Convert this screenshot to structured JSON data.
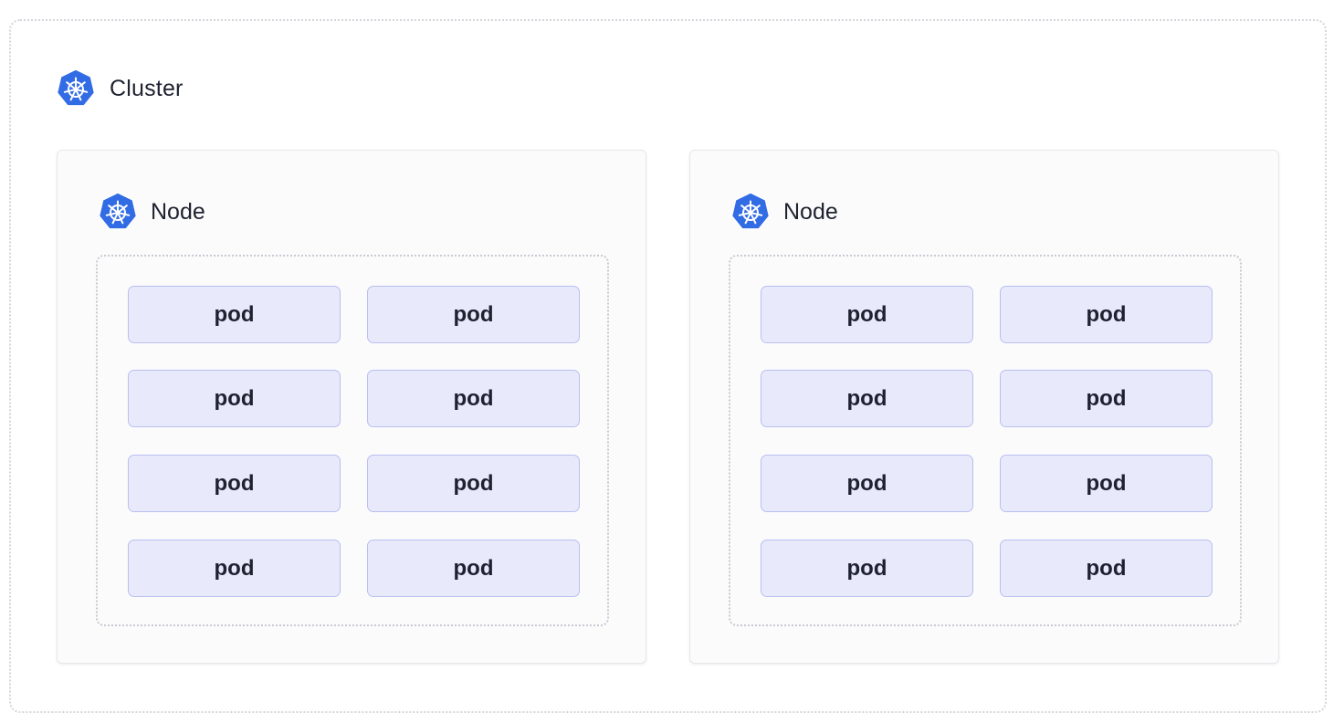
{
  "cluster": {
    "title": "Cluster",
    "icon": "kubernetes-icon"
  },
  "nodes": [
    {
      "title": "Node",
      "icon": "kubernetes-icon",
      "pods": [
        "pod",
        "pod",
        "pod",
        "pod",
        "pod",
        "pod",
        "pod",
        "pod"
      ]
    },
    {
      "title": "Node",
      "icon": "kubernetes-icon",
      "pods": [
        "pod",
        "pod",
        "pod",
        "pod",
        "pod",
        "pod",
        "pod",
        "pod"
      ]
    }
  ],
  "colors": {
    "kubernetes_blue": "#326ce5",
    "pod_fill": "#e8eafc",
    "pod_border": "#b9bfef",
    "node_fill": "#fbfbfb",
    "dotted_border": "#c8cad2"
  }
}
